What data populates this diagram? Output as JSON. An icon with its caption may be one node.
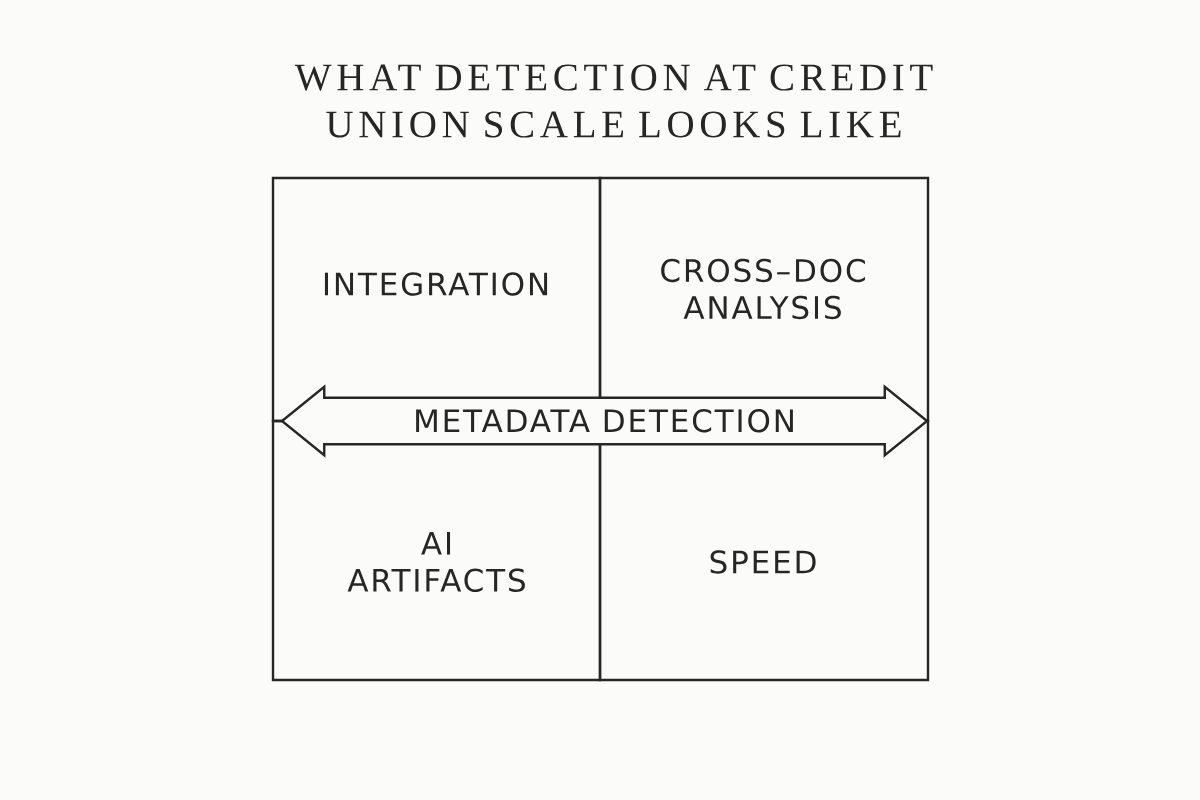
{
  "diagram": {
    "title": "WHAT DETECTION AT CREDIT UNION SCALE LOOKS LIKE",
    "nodes": [
      {
        "text": [
          "INTEGRATION"
        ]
      },
      {
        "text": [
          "CROSS–DOC ANALYSIS"
        ]
      },
      {
        "text": [
          "METADATA DETECTION"
        ]
      },
      {
        "text": [
          "AI ARTIFACTS"
        ]
      },
      {
        "text": [
          "SPEED"
        ]
      }
    ]
  }
}
